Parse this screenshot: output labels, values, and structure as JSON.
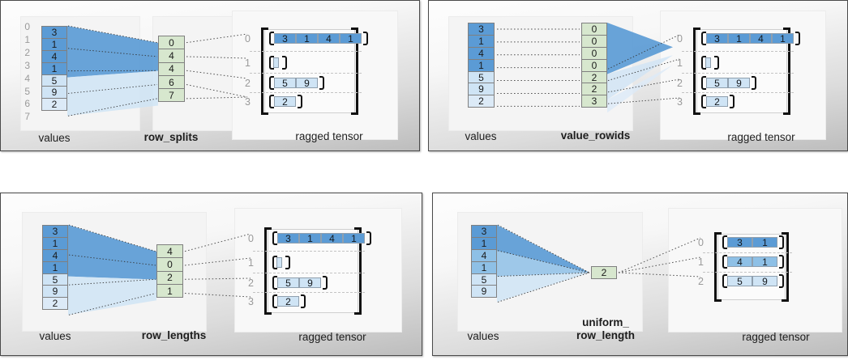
{
  "colors": {
    "blue_dark": "#5b9bd5",
    "blue_mid": "#8ec0e6",
    "blue_light": "#cfe4f5",
    "blue_lighter": "#dceaf7",
    "green": "#d7e7ce",
    "bracket": "#111111",
    "index_text": "#9a9a9a",
    "panel_border": "#4a4a4a",
    "dotted_line": "#555555"
  },
  "panels": [
    {
      "id": "row-splits",
      "values_caption": "values",
      "partition_caption": "row_splits",
      "tensor_caption": "ragged tensor",
      "values": [
        "3",
        "1",
        "4",
        "1",
        "5",
        "9",
        "2"
      ],
      "value_index_labels": [
        "0",
        "1",
        "2",
        "3",
        "4",
        "5",
        "6",
        "7"
      ],
      "show_value_indices": true,
      "partition": [
        "0",
        "4",
        "4",
        "6",
        "7"
      ],
      "rows": [
        {
          "label": "0",
          "cells": [
            "3",
            "1",
            "4",
            "1"
          ]
        },
        {
          "label": "1",
          "cells": []
        },
        {
          "label": "2",
          "cells": [
            "5",
            "9"
          ]
        },
        {
          "label": "3",
          "cells": [
            "2"
          ]
        }
      ]
    },
    {
      "id": "value-rowids",
      "values_caption": "values",
      "partition_caption": "value_rowids",
      "tensor_caption": "ragged tensor",
      "values": [
        "3",
        "1",
        "4",
        "1",
        "5",
        "9",
        "2"
      ],
      "value_index_labels": [],
      "show_value_indices": false,
      "partition": [
        "0",
        "0",
        "0",
        "0",
        "2",
        "2",
        "3"
      ],
      "rows": [
        {
          "label": "0",
          "cells": [
            "3",
            "1",
            "4",
            "1"
          ]
        },
        {
          "label": "1",
          "cells": []
        },
        {
          "label": "2",
          "cells": [
            "5",
            "9"
          ]
        },
        {
          "label": "3",
          "cells": [
            "2"
          ]
        }
      ]
    },
    {
      "id": "row-lengths",
      "values_caption": "values",
      "partition_caption": "row_lengths",
      "tensor_caption": "ragged tensor",
      "values": [
        "3",
        "1",
        "4",
        "1",
        "5",
        "9",
        "2"
      ],
      "value_index_labels": [],
      "show_value_indices": false,
      "partition": [
        "4",
        "0",
        "2",
        "1"
      ],
      "rows": [
        {
          "label": "0",
          "cells": [
            "3",
            "1",
            "4",
            "1"
          ]
        },
        {
          "label": "1",
          "cells": []
        },
        {
          "label": "2",
          "cells": [
            "5",
            "9"
          ]
        },
        {
          "label": "3",
          "cells": [
            "2"
          ]
        }
      ]
    },
    {
      "id": "uniform-row-length",
      "values_caption": "values",
      "partition_caption": "uniform_\nrow_length",
      "partition_caption_line1": "uniform_",
      "partition_caption_line2": "row_length",
      "tensor_caption": "ragged tensor",
      "values": [
        "3",
        "1",
        "4",
        "1",
        "5",
        "9"
      ],
      "value_index_labels": [],
      "show_value_indices": false,
      "partition": [
        "2"
      ],
      "rows": [
        {
          "label": "0",
          "cells": [
            "3",
            "1"
          ]
        },
        {
          "label": "1",
          "cells": [
            "4",
            "1"
          ]
        },
        {
          "label": "2",
          "cells": [
            "5",
            "9"
          ]
        }
      ]
    }
  ]
}
